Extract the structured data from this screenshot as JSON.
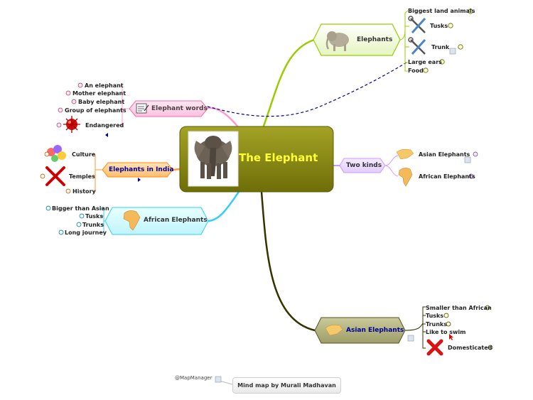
{
  "central": {
    "title": "The Elephant"
  },
  "nodes": {
    "elephants": "Elephants",
    "elephant_words": "Elephant words",
    "elephants_in_india": "Elephants in India",
    "african_elephants": "African Elephants",
    "two_kinds": "Two kinds",
    "asian_elephants": "Asian Elephants"
  },
  "elephants_children": [
    "Biggest land animals",
    "Tusks",
    "Trunk",
    "Large ears",
    "Food"
  ],
  "words_children": [
    "An elephant",
    "Mother elephant",
    "Baby elephant",
    "Group of elephants",
    "Endangered"
  ],
  "india_children": [
    "Culture",
    "Temples",
    "History"
  ],
  "african_children": [
    "Bigger than Asian",
    "Tusks",
    "Trunks",
    "Long journey"
  ],
  "two_kinds_children": [
    "Asian Elephants",
    "African Elephants"
  ],
  "asian_children": [
    "Smaller than African",
    "Tusks",
    "Trunks",
    "Like to swim",
    "Domesticated"
  ],
  "footer": {
    "credit": "Mind map by Murali Madhavan",
    "mapmanager": "@MapManager"
  },
  "colors": {
    "center": "#8a8a10",
    "center_text": "#ffff33",
    "branch_green": "#99cc00",
    "branch_pink": "#ff99cc",
    "branch_orange": "#ff9933",
    "branch_cyan": "#33ccff",
    "branch_purple": "#cc99ff",
    "branch_dark": "#333300",
    "relation": "#000099"
  }
}
